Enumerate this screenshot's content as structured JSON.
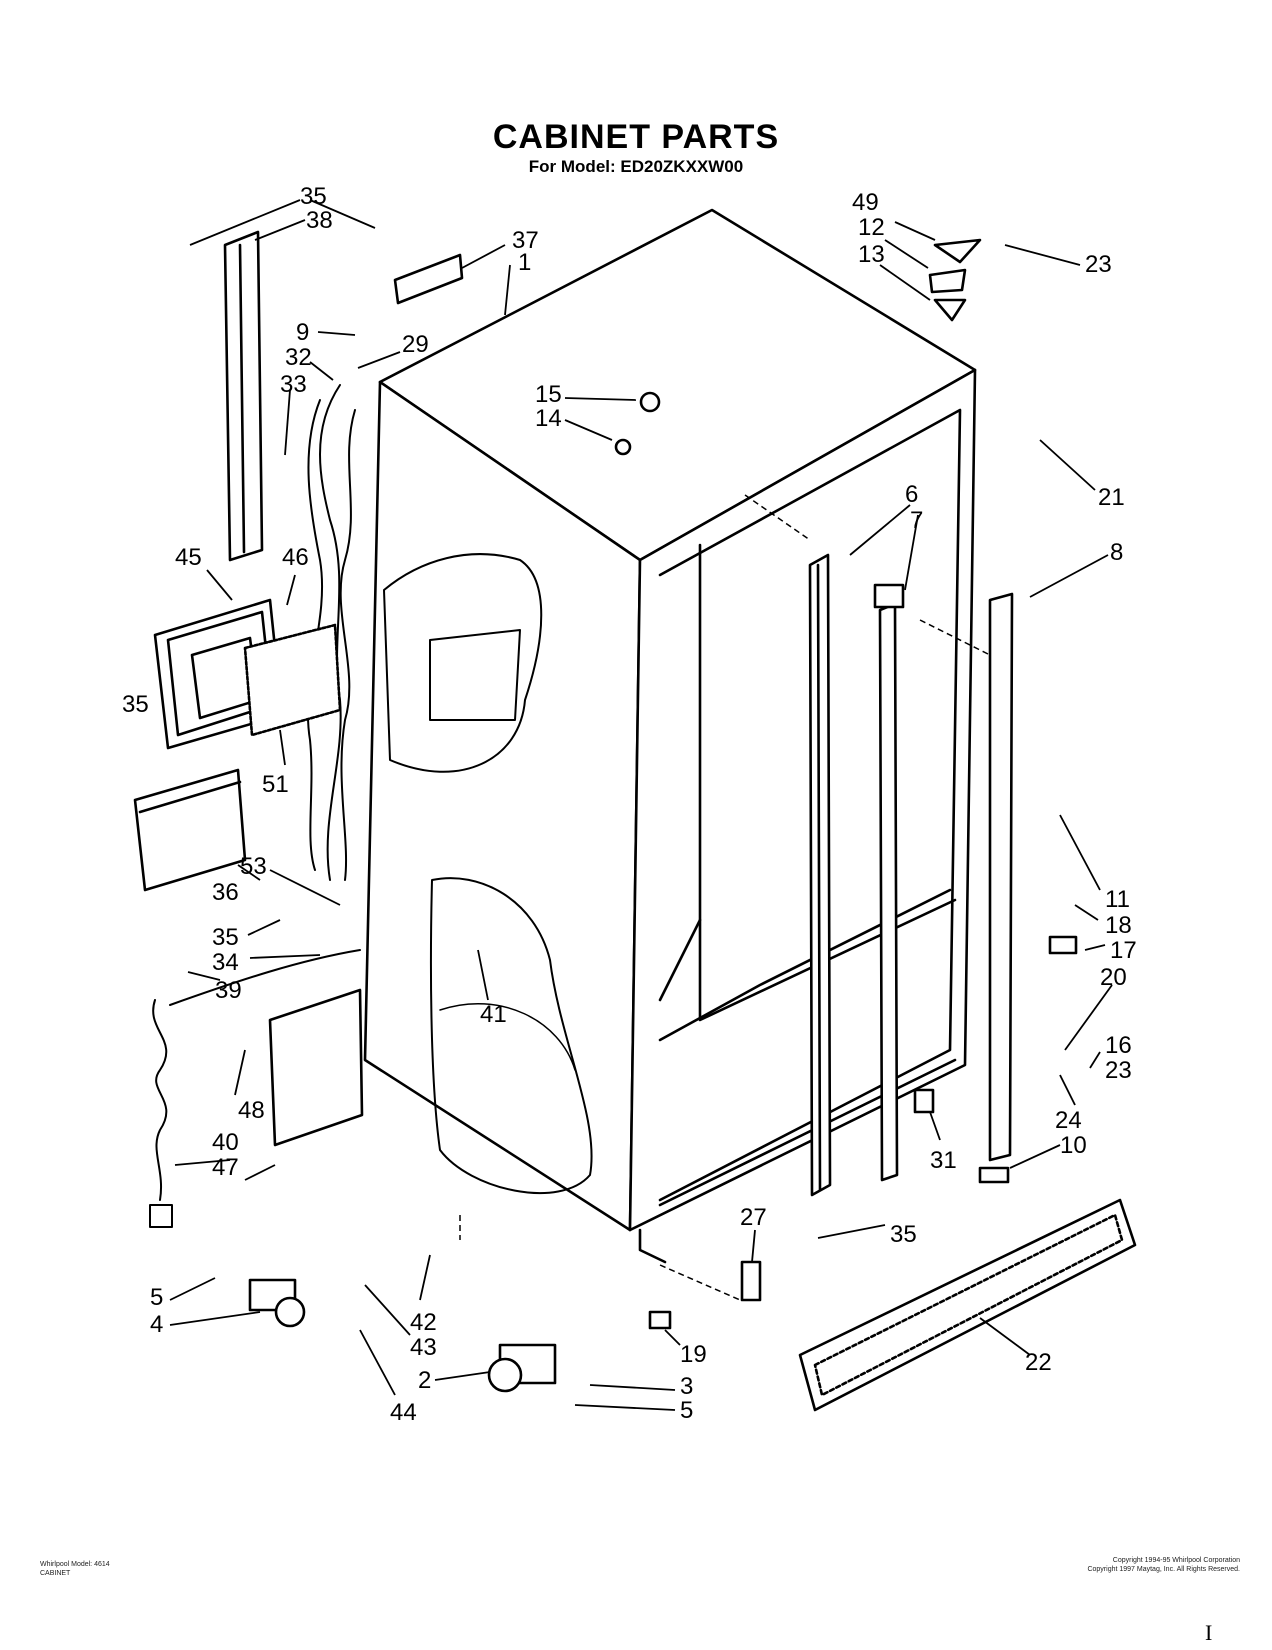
{
  "title": "CABINET PARTS",
  "subtitle": "For Model: ED20ZKXXW00",
  "callouts": [
    "35",
    "38",
    "37",
    "1",
    "9",
    "29",
    "32",
    "33",
    "15",
    "14",
    "45",
    "46",
    "35",
    "51",
    "36",
    "53",
    "35",
    "34",
    "39",
    "41",
    "48",
    "40",
    "47",
    "5",
    "4",
    "42",
    "43",
    "44",
    "2",
    "3",
    "5",
    "49",
    "12",
    "13",
    "23",
    "21",
    "6",
    "7",
    "8",
    "11",
    "18",
    "17",
    "20",
    "16",
    "23",
    "24",
    "31",
    "10",
    "27",
    "35",
    "19",
    "22"
  ],
  "footer": {
    "left_line1": "Whirlpool Model: 4614",
    "left_line2": "CABINET",
    "right_line1": "Copyright 1994-95 Whirlpool Corporation",
    "right_line2": "Copyright 1997 Maytag, Inc. All Rights Reserved.",
    "page_mark": "I"
  }
}
